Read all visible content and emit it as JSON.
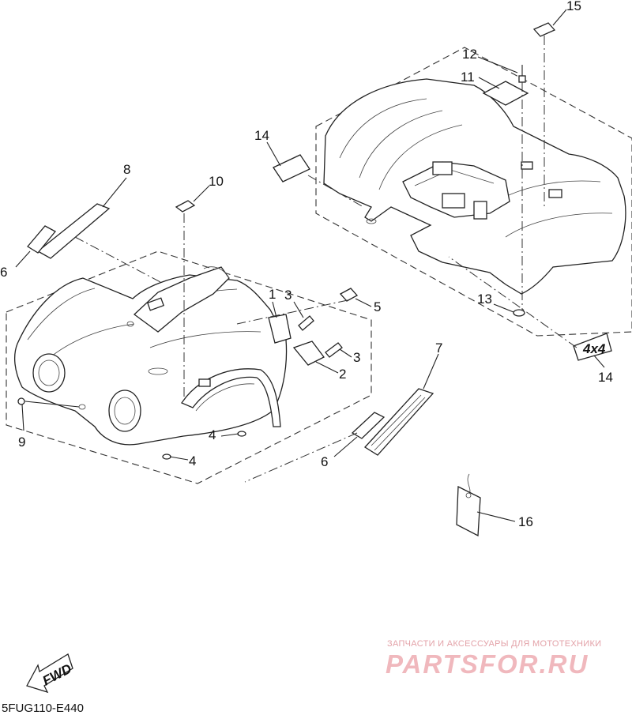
{
  "diagram": {
    "callouts": {
      "c1": "1",
      "c2": "2",
      "c3a": "3",
      "c3b": "3",
      "c4a": "4",
      "c4b": "4",
      "c5": "5",
      "c6a": "6",
      "c6b": "6",
      "c7": "7",
      "c8": "8",
      "c9": "9",
      "c10": "10",
      "c11": "11",
      "c12": "12",
      "c13": "13",
      "c14a": "14",
      "c14b": "14",
      "c15": "15",
      "c16": "16"
    },
    "decal_badge_text": "4x4",
    "direction_arrow_text": "FWD",
    "diagram_code": "5FUG110-E440"
  },
  "watermark": {
    "tagline": "ЗАПЧАСТИ И АКСЕССУАРЫ ДЛЯ МОТОТЕХНИКИ",
    "brand": "PARTSFOR.RU",
    "color": "#f0b8bd"
  }
}
